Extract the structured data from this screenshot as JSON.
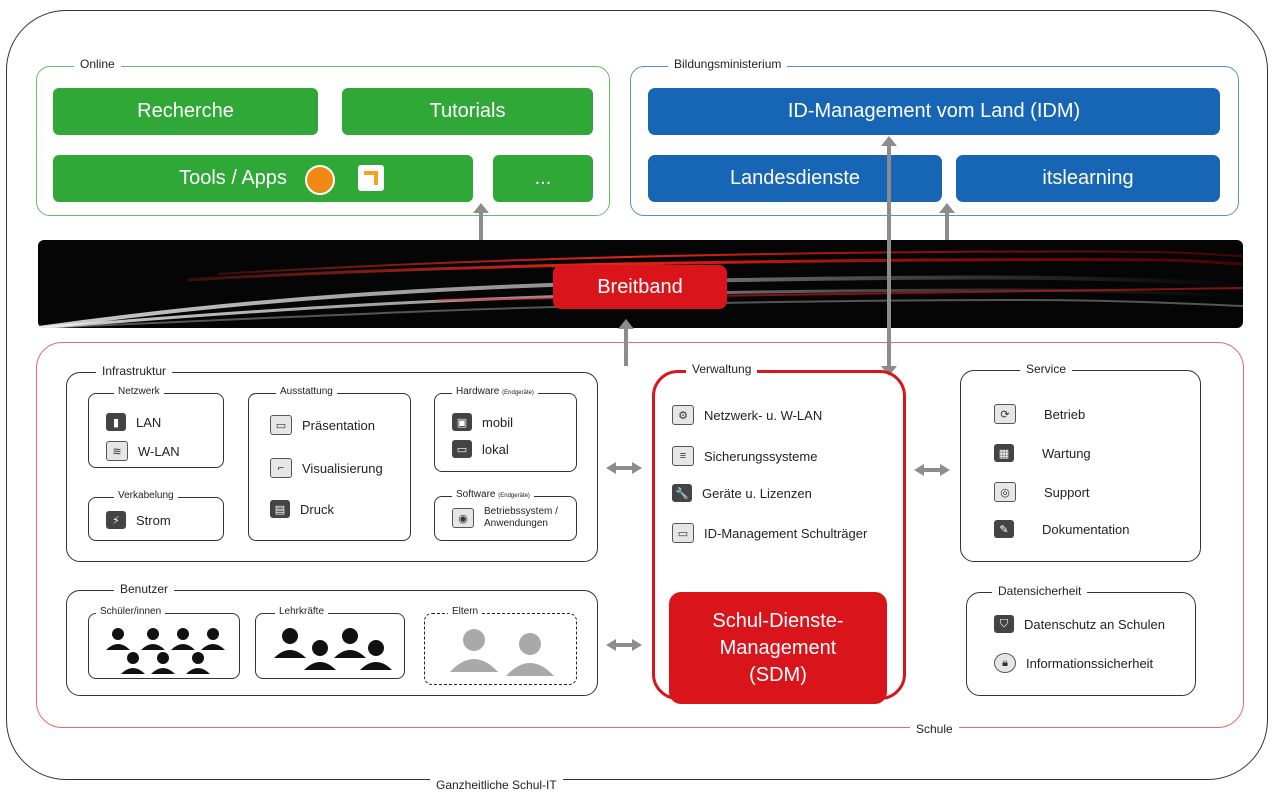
{
  "outer": {
    "label": "Ganzheitliche Schul-IT"
  },
  "online": {
    "label": "Online",
    "buttons": {
      "recherche": "Recherche",
      "tutorials": "Tutorials",
      "tools": "Tools / Apps",
      "more": "..."
    }
  },
  "ministry": {
    "label": "Bildungsministerium",
    "idm": "ID-Management vom Land (IDM)",
    "landesdienste": "Landesdienste",
    "itslearning": "itslearning"
  },
  "breitband": {
    "label": "Breitband"
  },
  "schule": {
    "label": "Schule"
  },
  "infrastruktur": {
    "label": "Infrastruktur",
    "netzwerk": {
      "label": "Netzwerk",
      "items": [
        "LAN",
        "W-LAN"
      ]
    },
    "verkabelung": {
      "label": "Verkabelung",
      "items": [
        "Strom"
      ]
    },
    "ausstattung": {
      "label": "Ausstattung",
      "items": [
        "Präsentation",
        "Visualisierung",
        "Druck"
      ]
    },
    "hardware": {
      "label": "Hardware",
      "sub": "(Endgeräte)",
      "items": [
        "mobil",
        "lokal"
      ]
    },
    "software": {
      "label": "Software",
      "sub": "(Endgeräte)",
      "item_line1": "Betriebssystem /",
      "item_line2": "Anwendungen"
    }
  },
  "benutzer": {
    "label": "Benutzer",
    "schueler": "Schüler/innen",
    "lehrkraefte": "Lehrkräfte",
    "eltern": "Eltern"
  },
  "verwaltung": {
    "label": "Verwaltung",
    "items": [
      "Netzwerk- u. W-LAN",
      "Sicherungssysteme",
      "Geräte u. Lizenzen",
      "ID-Management Schulträger"
    ],
    "sdm_line1": "Schul-Dienste-",
    "sdm_line2": "Management",
    "sdm_line3": "(SDM)"
  },
  "service": {
    "label": "Service",
    "items": [
      "Betrieb",
      "Wartung",
      "Support",
      "Dokumentation"
    ]
  },
  "datensicherheit": {
    "label": "Datensicherheit",
    "items": [
      "Datenschutz an Schulen",
      "Informationssicherheit"
    ]
  },
  "colors": {
    "green": "#2fa837",
    "blue": "#1766b5",
    "red": "#d9141b",
    "arrow": "#8c8c8c"
  }
}
